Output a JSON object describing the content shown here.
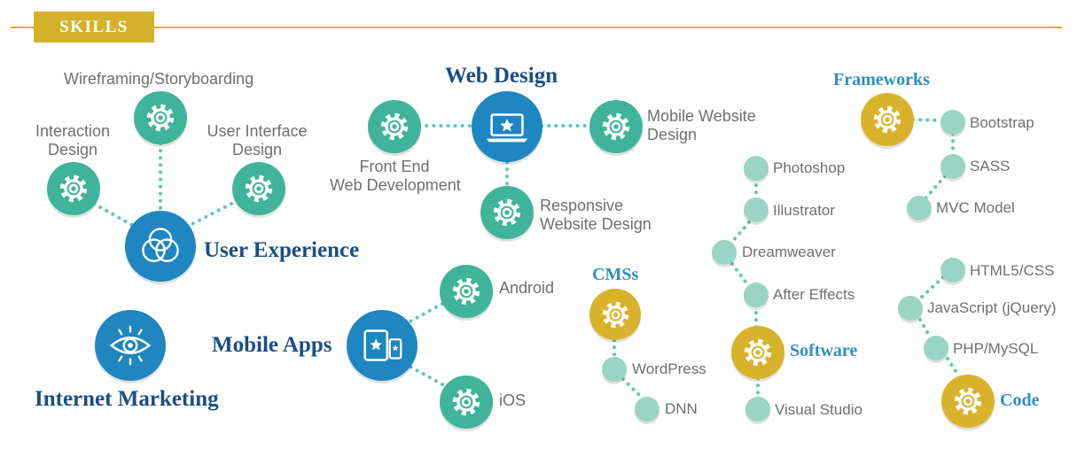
{
  "header": {
    "label": "SKILLS"
  },
  "colors": {
    "green": "#3fb49a",
    "blue": "#1e86c0",
    "gold": "#d9b22b",
    "mint": "#9ad4c3",
    "line": "#d4b12a",
    "dots": "#5ec8b0",
    "dark_title": "#1a4e85",
    "light_title": "#2f8fc0",
    "label": "#6f6f6f"
  },
  "user_experience": {
    "title": "User Experience",
    "wireframing": "Wireframing/Storyboarding",
    "interaction": [
      "Interaction",
      "Design"
    ],
    "ui_design": [
      "User Interface",
      "Design"
    ]
  },
  "web_design": {
    "title": "Web Design",
    "front_end": [
      "Front End",
      "Web Development"
    ],
    "mobile_site": [
      "Mobile Website",
      "Design"
    ],
    "responsive": [
      "Responsive",
      "Website Design"
    ]
  },
  "mobile_apps": {
    "title": "Mobile Apps",
    "android": "Android",
    "ios": "iOS"
  },
  "internet_marketing": {
    "title": "Internet Marketing"
  },
  "cms": {
    "title": "CMSs",
    "items": [
      "WordPress",
      "DNN"
    ]
  },
  "software": {
    "title": "Software",
    "items": [
      "Photoshop",
      "Illustrator",
      "Dreamweaver",
      "After Effects",
      "Visual Studio"
    ]
  },
  "frameworks": {
    "title": "Frameworks",
    "items": [
      "Bootstrap",
      "SASS",
      "MVC Model"
    ]
  },
  "code": {
    "title": "Code",
    "items": [
      "HTML5/CSS",
      "JavaScript (jQuery)",
      "PHP/MySQL"
    ]
  }
}
